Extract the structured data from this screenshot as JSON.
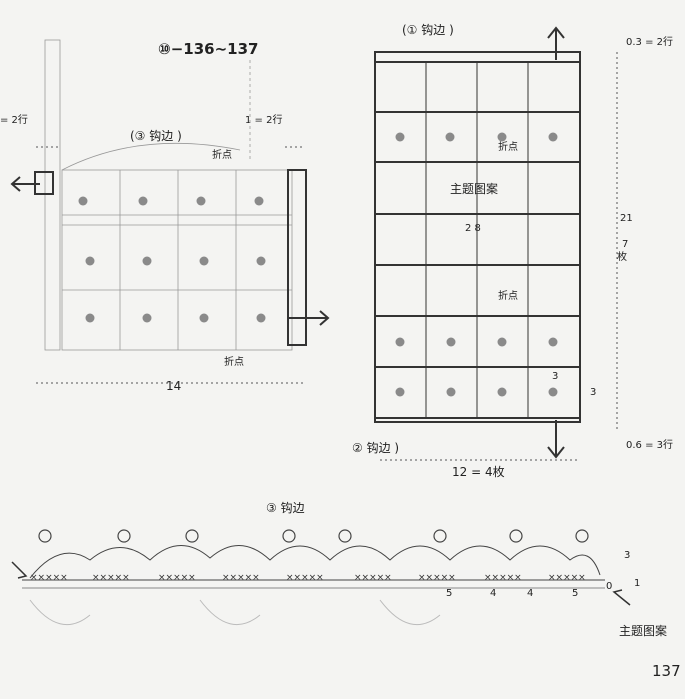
{
  "title": "⑩−136∼137",
  "page_number": "137",
  "labels": {
    "edge1": "(① 钩边 )",
    "edge2": "② 钩边 )",
    "edge3_left": "(③ 钩边 )",
    "edge3_bottom": "③ 钩边",
    "fold_point_left_top": "折点",
    "fold_point_left_bottom": "折点",
    "fold_point_right_top": "折点",
    "fold_point_right_bottom": "折点",
    "motif_pattern": "主题图案",
    "motif_bottom_right": "主题图案",
    "number_28": "2 8"
  },
  "dimensions": {
    "top_right": "0.3 = 2行",
    "bottom_right": "0.6 = 3行",
    "left_top": "= 2行",
    "left_middle": "1 = 2行",
    "width_left": "14",
    "width_right": "12 = 4枚",
    "height_right_1": "21",
    "height_right_2": "7",
    "height_right_3": "枚",
    "cell_w": "3",
    "cell_h": "3"
  },
  "stitch_counts": [
    "5",
    "4",
    "4",
    "5"
  ],
  "stitch_markers": [
    "3",
    "1",
    "0"
  ],
  "colors": {
    "line": "#333333",
    "dot": "#8a8a8a",
    "background": "#f4f4f2"
  }
}
